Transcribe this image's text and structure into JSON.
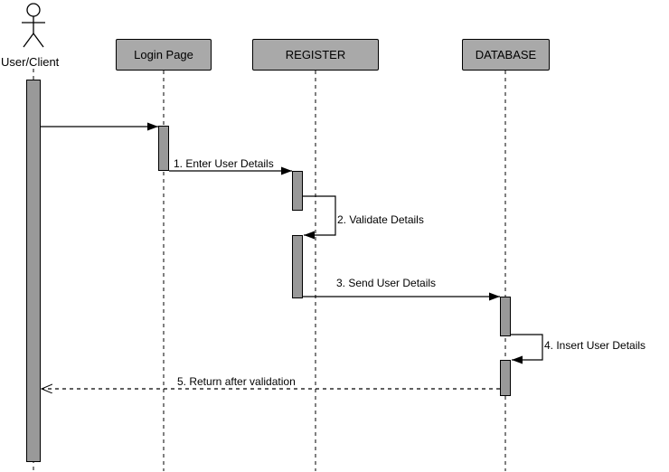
{
  "diagram": {
    "type": "uml-sequence-diagram",
    "actor": {
      "label": "User/Client"
    },
    "lifelines": [
      {
        "label": "Login Page"
      },
      {
        "label": "REGISTER"
      },
      {
        "label": "DATABASE"
      }
    ],
    "messages": [
      {
        "label": "1. Enter User Details",
        "type": "solid"
      },
      {
        "label": "2. Validate Details",
        "type": "self"
      },
      {
        "label": "3. Send User Details",
        "type": "solid"
      },
      {
        "label": "4. Insert User Details",
        "type": "self"
      },
      {
        "label": "5. Return after validation",
        "type": "dashed-return"
      }
    ],
    "colors": {
      "background": "#ffffff",
      "box_fill": "#a9a9a9",
      "activation_fill": "#999999",
      "line": "#000000"
    }
  }
}
